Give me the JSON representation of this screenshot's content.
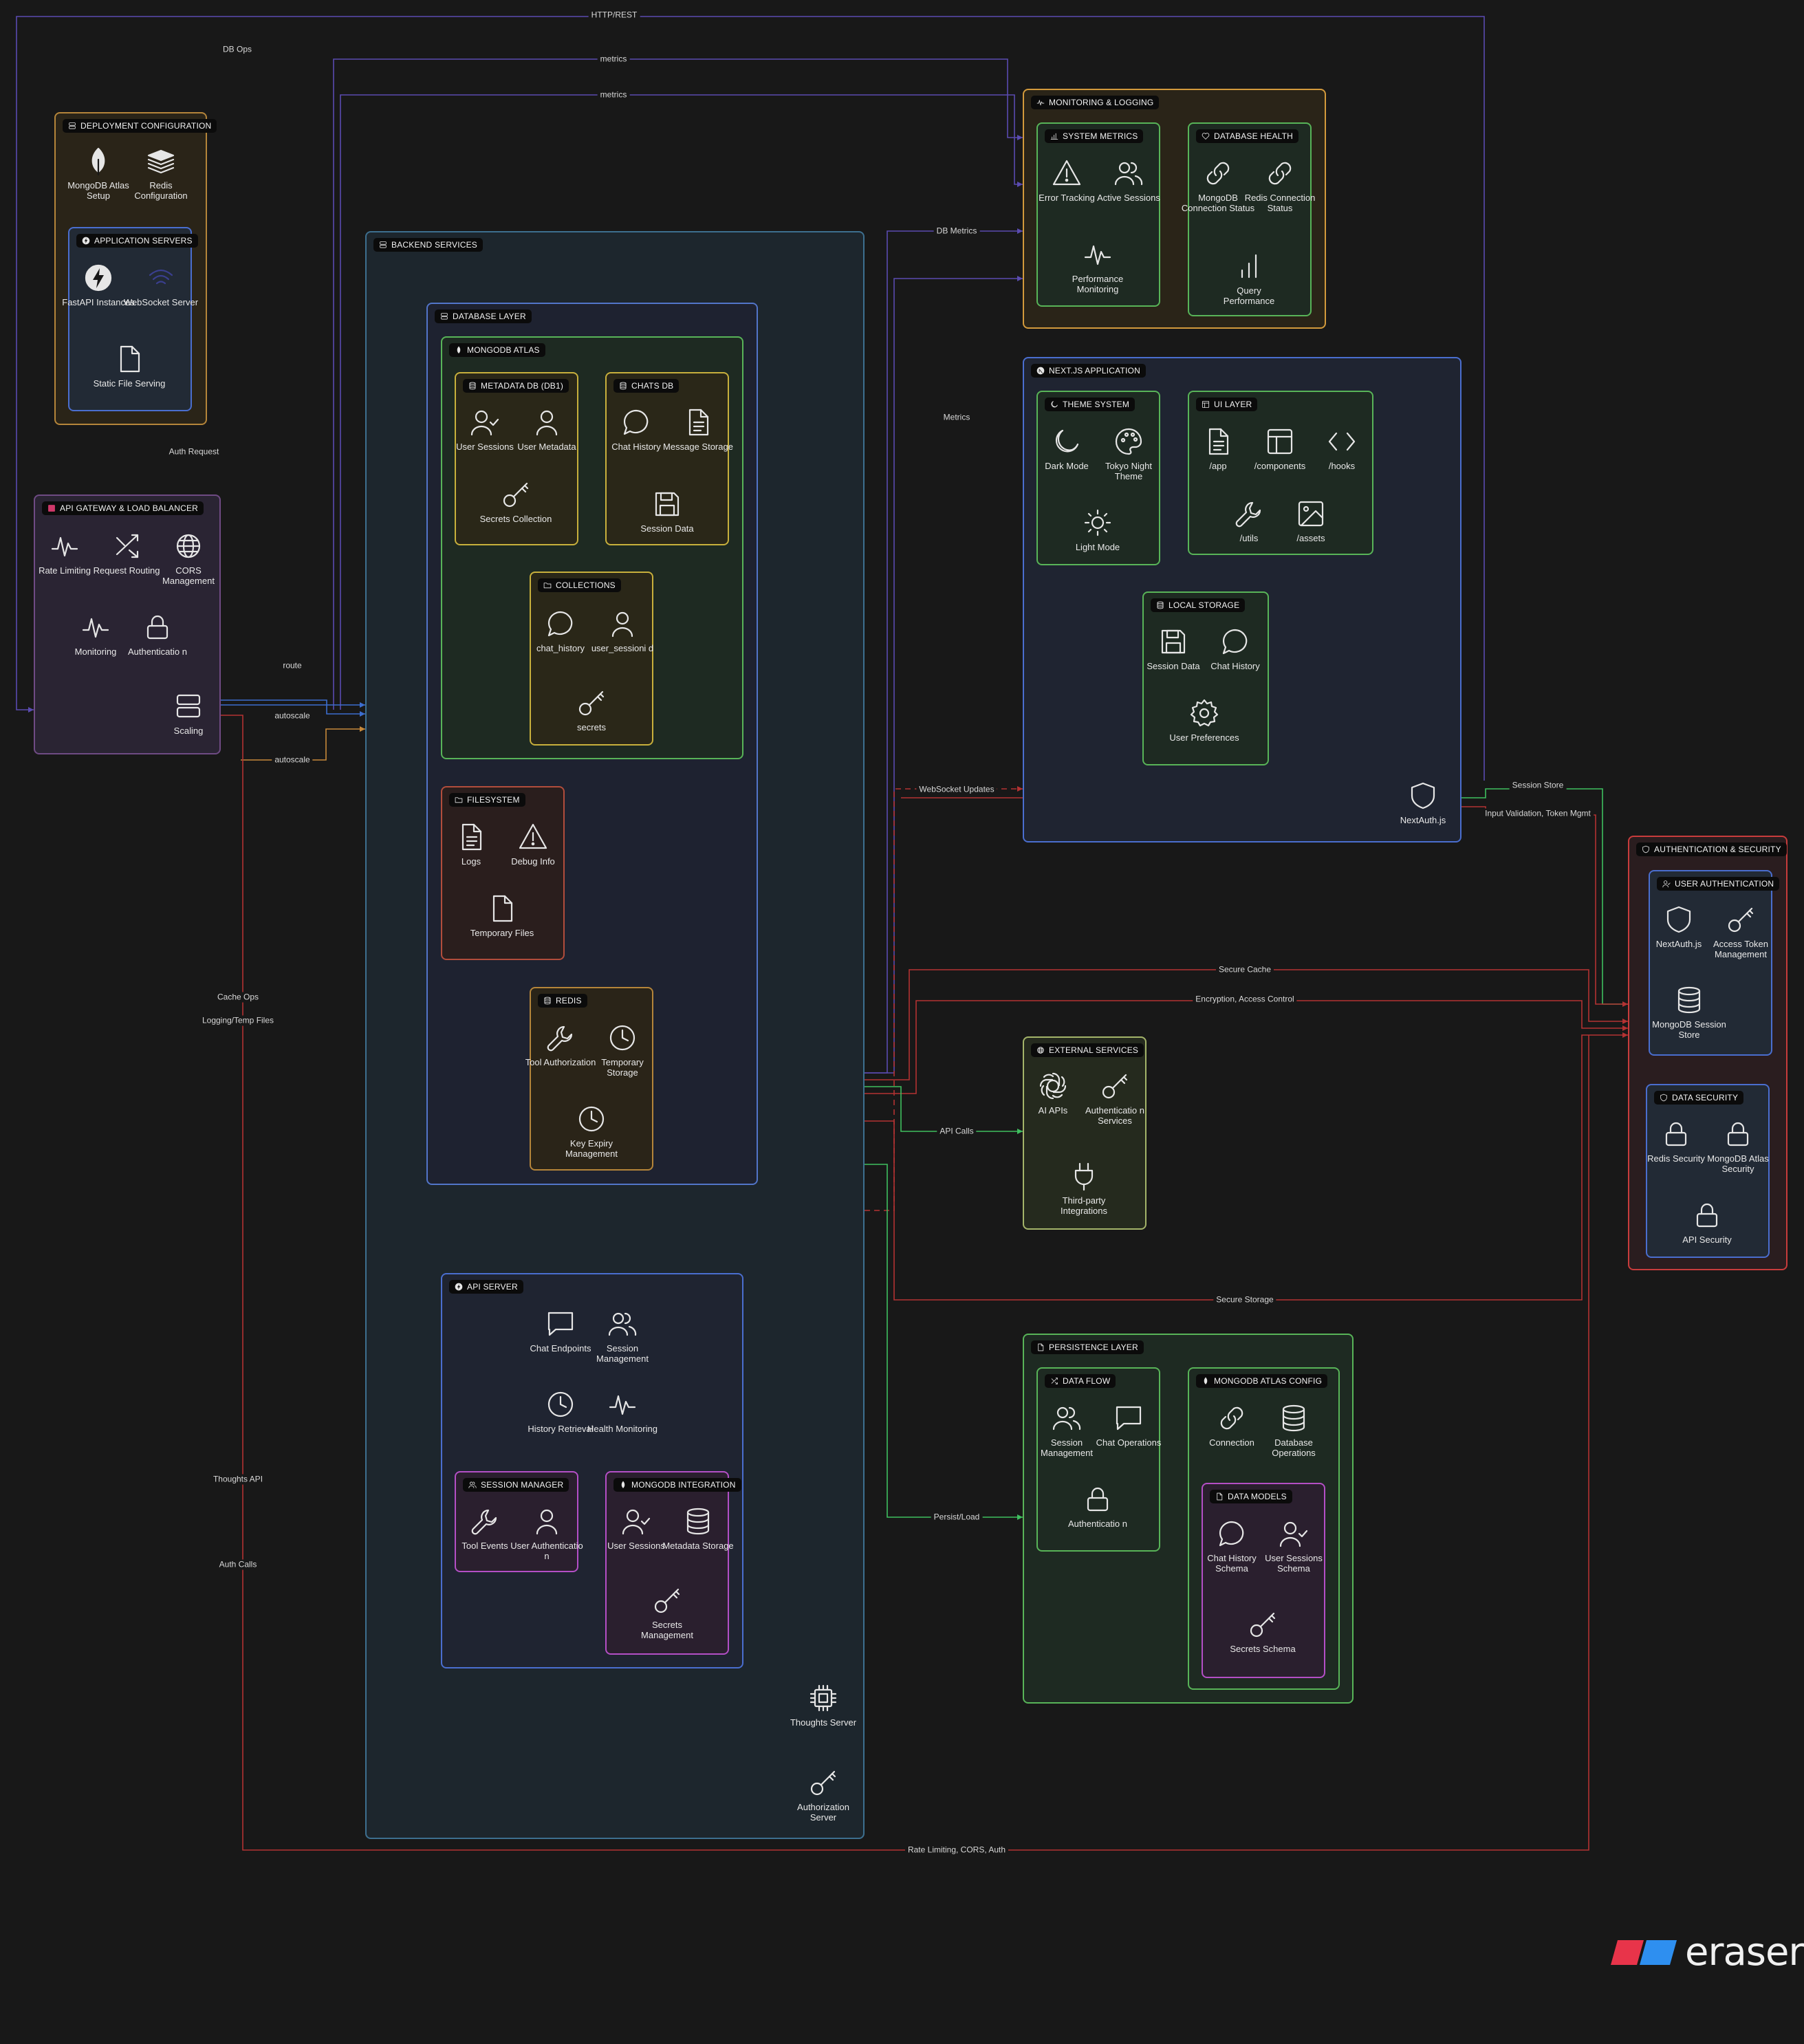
{
  "colors": {
    "background": "#181818",
    "gateway": "#6f4b84",
    "deployment": "#b5853a",
    "app_servers": "#4a6ecf",
    "backend": "#3d6f8f",
    "database": "#5275c9",
    "mongo": "#58b458",
    "metadata": "#c8b03c",
    "filesystem": "#b24d3c",
    "redis": "#b5853a",
    "api_server": "#4a6ecf",
    "session_mgr": "#b44fc6",
    "monitoring": "#d39a3c",
    "nextjs": "#4a6ecf",
    "theme": "#58b458",
    "external": "#a4b46a",
    "persistence": "#58b458",
    "data_models": "#b44fc6",
    "auth": "#c83c3c",
    "edge_red": "#b43232",
    "edge_green": "#3fbf5f",
    "edge_blue": "#3c6ecf",
    "edge_orange": "#c7893a",
    "edge_purple": "#5a4bb0"
  },
  "groups": {
    "gateway": {
      "title": "API GATEWAY & LOAD BALANCER",
      "icon": "gateway-icon"
    },
    "deployment": {
      "title": "DEPLOYMENT CONFIGURATION",
      "icon": "server-icon"
    },
    "app_servers": {
      "title": "APPLICATION SERVERS",
      "icon": "bolt-icon"
    },
    "backend": {
      "title": "BACKEND SERVICES",
      "icon": "server-icon"
    },
    "database": {
      "title": "DATABASE LAYER",
      "icon": "server-icon"
    },
    "mongo": {
      "title": "MONGODB ATLAS",
      "icon": "leaf-icon"
    },
    "metadata": {
      "title": "METADATA DB (DB1)",
      "icon": "database-icon"
    },
    "chats": {
      "title": "CHATS DB",
      "icon": "database-icon"
    },
    "collections": {
      "title": "COLLECTIONS",
      "icon": "folder-icon"
    },
    "filesystem": {
      "title": "FILESYSTEM",
      "icon": "folder-icon"
    },
    "redis": {
      "title": "REDIS",
      "icon": "database-icon"
    },
    "api_server": {
      "title": "API SERVER",
      "icon": "bolt-icon"
    },
    "session_mgr": {
      "title": "SESSION MANAGER",
      "icon": "users-icon"
    },
    "mongo_int": {
      "title": "MONGODB INTEGRATION",
      "icon": "leaf-icon"
    },
    "monitoring": {
      "title": "MONITORING & LOGGING",
      "icon": "activity-icon"
    },
    "sys_metrics": {
      "title": "SYSTEM METRICS",
      "icon": "chart-icon"
    },
    "db_health": {
      "title": "DATABASE HEALTH",
      "icon": "heart-icon"
    },
    "nextjs": {
      "title": "NEXT.JS APPLICATION",
      "icon": "nextjs-icon"
    },
    "theme": {
      "title": "THEME SYSTEM",
      "icon": "theme-icon"
    },
    "ui_layer": {
      "title": "UI LAYER",
      "icon": "layout-icon"
    },
    "local_storage": {
      "title": "LOCAL STORAGE",
      "icon": "database-icon"
    },
    "external": {
      "title": "EXTERNAL SERVICES",
      "icon": "globe-icon"
    },
    "persistence": {
      "title": "PERSISTENCE LAYER",
      "icon": "file-icon"
    },
    "data_flow": {
      "title": "DATA FLOW",
      "icon": "shuffle-icon"
    },
    "mongo_cfg": {
      "title": "MONGODB ATLAS CONFIG",
      "icon": "leaf-icon"
    },
    "data_models": {
      "title": "DATA MODELS",
      "icon": "file-icon"
    },
    "auth_sec": {
      "title": "AUTHENTICATION & SECURITY",
      "icon": "shield-icon"
    },
    "user_auth": {
      "title": "USER AUTHENTICATION",
      "icon": "user-check-icon"
    },
    "data_sec": {
      "title": "DATA SECURITY",
      "icon": "shield-icon"
    }
  },
  "nodes": {
    "rate_limiting": {
      "label": "Rate Limiting",
      "icon": "activity-icon"
    },
    "request_routing": {
      "label": "Request Routing",
      "icon": "shuffle-icon"
    },
    "cors": {
      "label": "CORS Management",
      "icon": "globe-icon"
    },
    "gw_monitoring": {
      "label": "Monitoring",
      "icon": "activity-icon"
    },
    "gw_auth": {
      "label": "Authenticatio n",
      "icon": "lock-icon"
    },
    "scaling": {
      "label": "Scaling",
      "icon": "server-icon"
    },
    "mongo_setup": {
      "label": "MongoDB Atlas Setup",
      "icon": "mongodb-icon"
    },
    "redis_cfg": {
      "label": "Redis Configuration",
      "icon": "redis-icon"
    },
    "fastapi": {
      "label": "FastAPI Instances",
      "icon": "fastapi-icon"
    },
    "websocket": {
      "label": "WebSocket Server",
      "icon": "wifi-icon"
    },
    "static_file": {
      "label": "Static File Serving",
      "icon": "file-icon"
    },
    "user_sessions_1": {
      "label": "User Sessions",
      "icon": "user-check-icon"
    },
    "user_metadata": {
      "label": "User Metadata",
      "icon": "user-icon"
    },
    "secrets_collection": {
      "label": "Secrets Collection",
      "icon": "key-icon"
    },
    "chat_history_1": {
      "label": "Chat History",
      "icon": "message-icon"
    },
    "message_storage": {
      "label": "Message Storage",
      "icon": "file-text-icon"
    },
    "session_data_1": {
      "label": "Session Data",
      "icon": "save-icon"
    },
    "chat_history_col": {
      "label": "chat_history",
      "icon": "message-icon"
    },
    "user_sessionid": {
      "label": "user_sessioni d",
      "icon": "user-icon"
    },
    "secrets_col": {
      "label": "secrets",
      "icon": "key-icon"
    },
    "logs": {
      "label": "Logs",
      "icon": "file-text-icon"
    },
    "debug_info": {
      "label": "Debug Info",
      "icon": "alert-icon"
    },
    "temp_files": {
      "label": "Temporary Files",
      "icon": "file-icon"
    },
    "tool_auth": {
      "label": "Tool Authorization",
      "icon": "wrench-icon"
    },
    "temp_storage": {
      "label": "Temporary Storage",
      "icon": "clock-icon"
    },
    "key_expiry": {
      "label": "Key Expiry Management",
      "icon": "clock-icon"
    },
    "chat_endpoints": {
      "label": "Chat Endpoints",
      "icon": "message-square-icon"
    },
    "session_management_1": {
      "label": "Session Management",
      "icon": "users-icon"
    },
    "history_retrieval": {
      "label": "History Retrieval",
      "icon": "clock-icon"
    },
    "health_monitoring": {
      "label": "Health Monitoring",
      "icon": "activity-icon"
    },
    "tool_events": {
      "label": "Tool Events",
      "icon": "wrench-icon"
    },
    "user_authentication_sm": {
      "label": "User Authenticatio n",
      "icon": "user-icon"
    },
    "user_sessions_2": {
      "label": "User Sessions",
      "icon": "user-check-icon"
    },
    "metadata_storage": {
      "label": "Metadata Storage",
      "icon": "database-icon"
    },
    "secrets_mgmt": {
      "label": "Secrets Management",
      "icon": "key-icon"
    },
    "thoughts_server": {
      "label": "Thoughts Server",
      "icon": "cpu-icon"
    },
    "authorization_server": {
      "label": "Authorization Server",
      "icon": "key-icon"
    },
    "error_tracking": {
      "label": "Error Tracking",
      "icon": "alert-icon"
    },
    "active_sessions": {
      "label": "Active Sessions",
      "icon": "users-icon"
    },
    "perf_monitoring": {
      "label": "Performance Monitoring",
      "icon": "activity-icon"
    },
    "mongo_conn_status": {
      "label": "MongoDB Connection Status",
      "icon": "link-icon"
    },
    "redis_conn_status": {
      "label": "Redis Connection Status",
      "icon": "link-icon"
    },
    "query_perf": {
      "label": "Query Performance",
      "icon": "bar-chart-icon"
    },
    "dark_mode": {
      "label": "Dark Mode",
      "icon": "moon-icon"
    },
    "tokyo_night": {
      "label": "Tokyo Night Theme",
      "icon": "palette-icon"
    },
    "light_mode": {
      "label": "Light Mode",
      "icon": "sun-icon"
    },
    "app_dir": {
      "label": "/app",
      "icon": "file-text-icon"
    },
    "components_dir": {
      "label": "/components",
      "icon": "layout-icon"
    },
    "hooks_dir": {
      "label": "/hooks",
      "icon": "code-icon"
    },
    "utils_dir": {
      "label": "/utils",
      "icon": "wrench-icon"
    },
    "assets_dir": {
      "label": "/assets",
      "icon": "image-icon"
    },
    "ls_session_data": {
      "label": "Session Data",
      "icon": "save-icon"
    },
    "ls_chat_history": {
      "label": "Chat History",
      "icon": "message-icon"
    },
    "user_prefs": {
      "label": "User Preferences",
      "icon": "settings-icon"
    },
    "nextauth_app": {
      "label": "NextAuth.js",
      "icon": "shield-icon"
    },
    "ai_apis": {
      "label": "AI APIs",
      "icon": "openai-icon"
    },
    "auth_services": {
      "label": "Authenticatio n Services",
      "icon": "key-icon"
    },
    "third_party": {
      "label": "Third-party Integrations",
      "icon": "plug-icon"
    },
    "df_session_mgmt": {
      "label": "Session Management",
      "icon": "users-icon"
    },
    "chat_ops": {
      "label": "Chat Operations",
      "icon": "message-square-icon"
    },
    "df_auth": {
      "label": "Authenticatio n",
      "icon": "lock-icon"
    },
    "connection": {
      "label": "Connection",
      "icon": "link-icon"
    },
    "db_ops": {
      "label": "Database Operations",
      "icon": "database-icon"
    },
    "chat_history_schema": {
      "label": "Chat History Schema",
      "icon": "message-icon"
    },
    "user_sessions_schema": {
      "label": "User Sessions Schema",
      "icon": "user-check-icon"
    },
    "secrets_schema": {
      "label": "Secrets Schema",
      "icon": "key-icon"
    },
    "nextauth_sec": {
      "label": "NextAuth.js",
      "icon": "shield-icon"
    },
    "access_token": {
      "label": "Access Token Management",
      "icon": "key-icon"
    },
    "mongo_session_store": {
      "label": "MongoDB Session Store",
      "icon": "database-icon"
    },
    "redis_security": {
      "label": "Redis Security",
      "icon": "lock-icon"
    },
    "mongo_security": {
      "label": "MongoDB Atlas Security",
      "icon": "lock-icon"
    },
    "api_security": {
      "label": "API Security",
      "icon": "lock-icon"
    }
  },
  "edges": {
    "http_rest": "HTTP/REST",
    "db_ops": "DB Ops",
    "metrics_1": "metrics",
    "metrics_2": "metrics",
    "auth_request": "Auth Request",
    "route": "route",
    "autoscale_1": "autoscale",
    "autoscale_2": "autoscale",
    "db_metrics": "DB Metrics",
    "metrics_3": "Metrics",
    "websocket_updates": "WebSocket Updates",
    "session_store": "Session Store",
    "input_validation": "Input Validation, Token Mgmt",
    "secure_cache": "Secure Cache",
    "encryption": "Encryption, Access Control",
    "api_calls": "API Calls",
    "secure_storage": "Secure Storage",
    "persist_load": "Persist/Load",
    "cache_ops": "Cache Ops",
    "logging_temp": "Logging/Temp Files",
    "thoughts_api": "Thoughts API",
    "auth_calls": "Auth Calls",
    "rate_limiting_cors": "Rate Limiting, CORS, Auth"
  },
  "brand": {
    "name": "eraser"
  }
}
